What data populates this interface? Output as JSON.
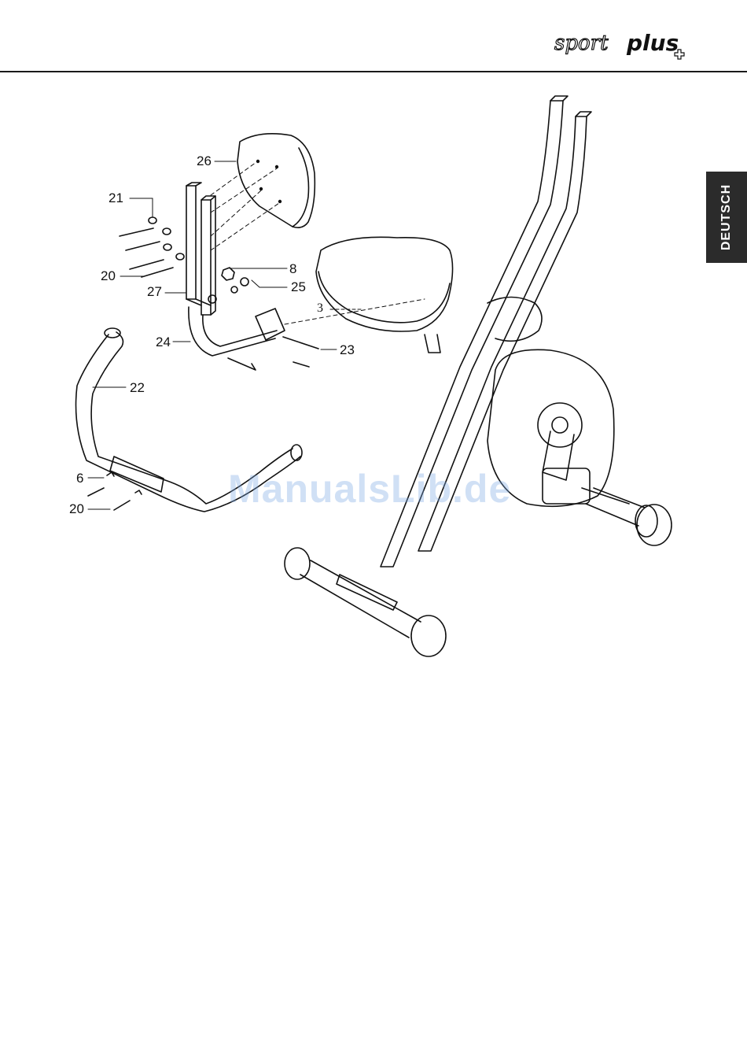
{
  "brand": {
    "word_sport": "sport",
    "word_plus": "plus"
  },
  "side_tab": {
    "label": "DEUTSCH"
  },
  "callouts": {
    "c26": "26",
    "c21": "21",
    "c20a": "20",
    "c27": "27",
    "c8": "8",
    "c25": "25",
    "c3": "3",
    "c24": "24",
    "c23": "23",
    "c22": "22",
    "c6": "6",
    "c20b": "20"
  },
  "watermark": {
    "text": "ManualsLib.de"
  },
  "colors": {
    "ink": "#111111",
    "tab_bg": "#2b2b2b",
    "watermark": "#78a5e1"
  }
}
